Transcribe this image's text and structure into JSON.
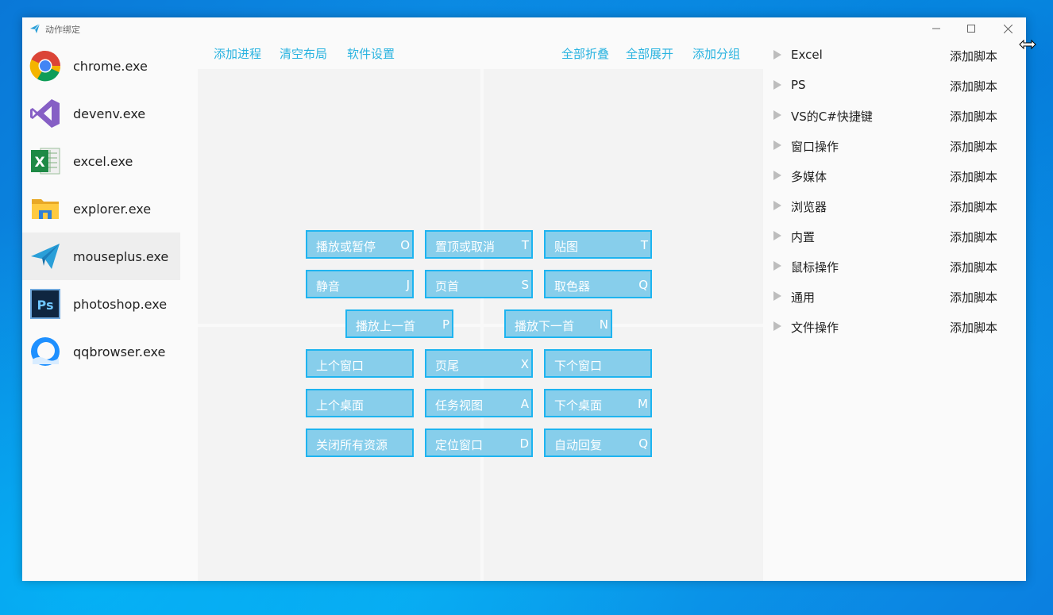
{
  "window": {
    "title": "动作绑定",
    "controls": [
      "minimize",
      "maximize",
      "close"
    ]
  },
  "processes": [
    {
      "name": "chrome.exe",
      "icon": "chrome-icon"
    },
    {
      "name": "devenv.exe",
      "icon": "visual-studio-icon"
    },
    {
      "name": "excel.exe",
      "icon": "excel-icon"
    },
    {
      "name": "explorer.exe",
      "icon": "folder-icon"
    },
    {
      "name": "mouseplus.exe",
      "icon": "paper-plane-icon",
      "selected": true
    },
    {
      "name": "photoshop.exe",
      "icon": "photoshop-icon"
    },
    {
      "name": "qqbrowser.exe",
      "icon": "qqbrowser-icon"
    }
  ],
  "toolbar": {
    "add_process": "添加进程",
    "clear_layout": "清空布局",
    "settings": "软件设置",
    "collapse_all": "全部折叠",
    "expand_all": "全部展开",
    "add_group": "添加分组"
  },
  "actions": [
    {
      "label": "播放或暂停",
      "key": "O"
    },
    {
      "label": "置顶或取消",
      "key": "T"
    },
    {
      "label": "贴图",
      "key": "T"
    },
    {
      "label": "静音",
      "key": "J"
    },
    {
      "label": "页首",
      "key": "S"
    },
    {
      "label": "取色器",
      "key": "Q"
    },
    {
      "label": "播放上一首",
      "key": "P"
    },
    {
      "label": "播放下一首",
      "key": "N"
    },
    {
      "label": "上个窗口",
      "key": ""
    },
    {
      "label": "页尾",
      "key": "X"
    },
    {
      "label": "下个窗口",
      "key": ""
    },
    {
      "label": "上个桌面",
      "key": ""
    },
    {
      "label": "任务视图",
      "key": "A"
    },
    {
      "label": "下个桌面",
      "key": "M"
    },
    {
      "label": "关闭所有资源",
      "key": ""
    },
    {
      "label": "定位窗口",
      "key": "D"
    },
    {
      "label": "自动回复",
      "key": "Q"
    }
  ],
  "groups": [
    {
      "name": "Excel",
      "add": "添加脚本"
    },
    {
      "name": "PS",
      "add": "添加脚本"
    },
    {
      "name": "VS的C#快捷键",
      "add": "添加脚本"
    },
    {
      "name": "窗口操作",
      "add": "添加脚本"
    },
    {
      "name": "多媒体",
      "add": "添加脚本"
    },
    {
      "name": "浏览器",
      "add": "添加脚本"
    },
    {
      "name": "内置",
      "add": "添加脚本"
    },
    {
      "name": "鼠标操作",
      "add": "添加脚本"
    },
    {
      "name": "通用",
      "add": "添加脚本"
    },
    {
      "name": "文件操作",
      "add": "添加脚本"
    }
  ],
  "colors": {
    "accent_link": "#29b3e0",
    "action_fill": "#87ceeb",
    "action_border": "#1eb4f0",
    "desktop": "#0b8fe6"
  }
}
